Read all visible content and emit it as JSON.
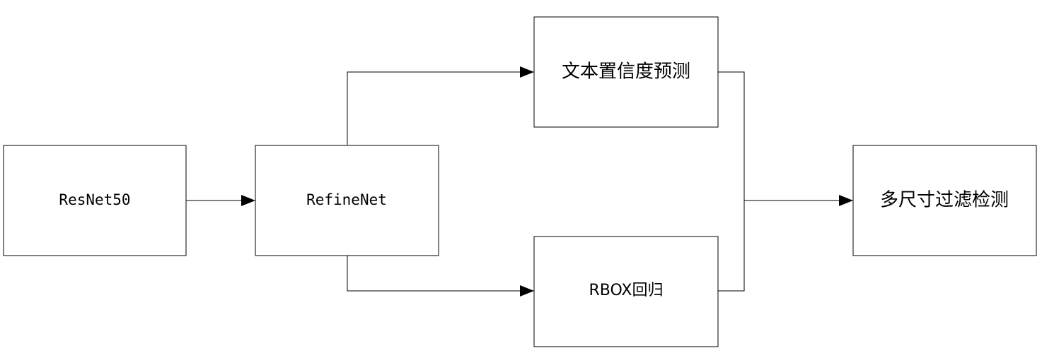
{
  "nodes": {
    "resnet": {
      "label": "ResNet50"
    },
    "refinenet": {
      "label": "RefineNet"
    },
    "confidence": {
      "label": "文本置信度预测"
    },
    "rbox": {
      "label": "RBOX回归"
    },
    "filter": {
      "label": "多尺寸过滤检测"
    }
  },
  "edges": [
    {
      "from": "resnet",
      "to": "refinenet"
    },
    {
      "from": "refinenet",
      "to": "confidence"
    },
    {
      "from": "refinenet",
      "to": "rbox"
    },
    {
      "from": "confidence",
      "to": "filter"
    },
    {
      "from": "rbox",
      "to": "filter"
    }
  ],
  "colors": {
    "stroke": "#000000",
    "fill": "#ffffff"
  }
}
